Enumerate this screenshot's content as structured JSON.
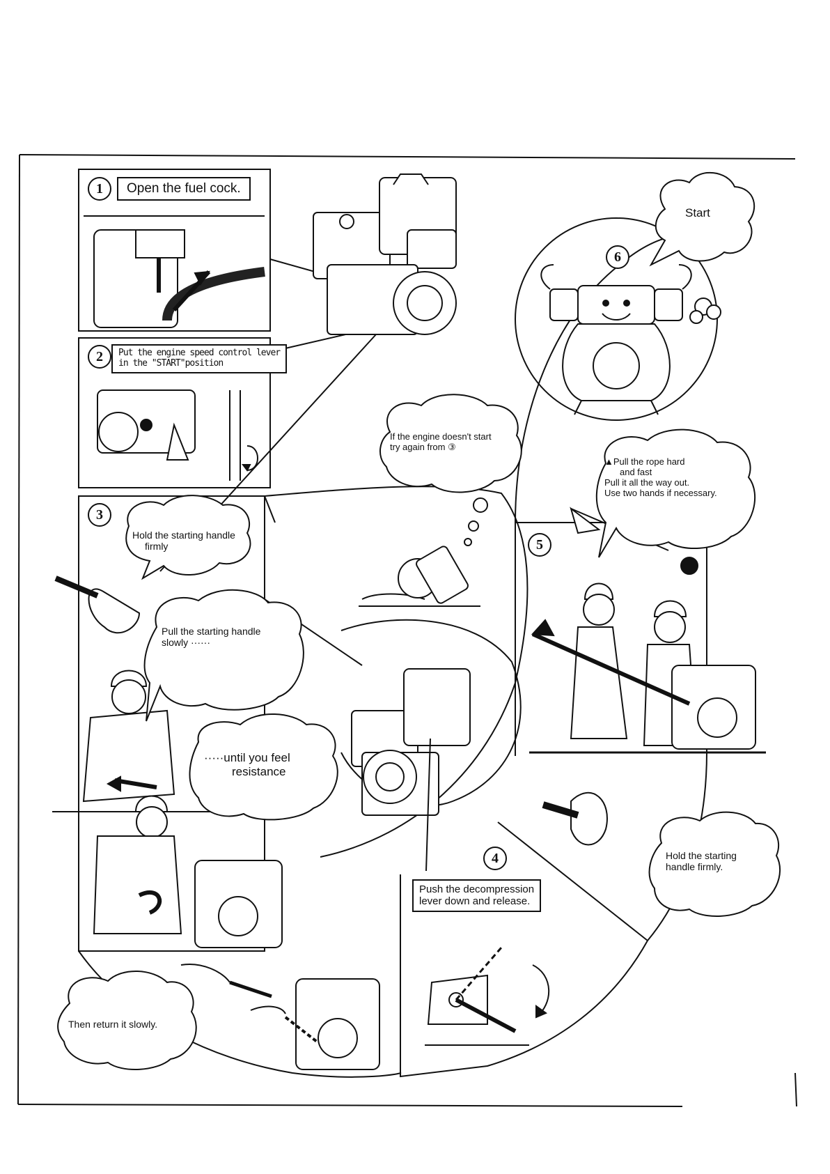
{
  "steps": [
    {
      "number": "1",
      "text": "Open the fuel cock."
    },
    {
      "number": "2",
      "text_line1": "Put the engine speed control lever",
      "text_line2": "in the \"START\"position"
    },
    {
      "number": "3"
    },
    {
      "number": "4",
      "text_line1": "Push the decompression",
      "text_line2": "lever down and release."
    },
    {
      "number": "5"
    },
    {
      "number": "6"
    }
  ],
  "bubbles": {
    "start": "Start",
    "hold_firmly_left_line1": "Hold the starting handle",
    "hold_firmly_left_line2": "firmly",
    "pull_slowly_line1": "Pull the starting handle",
    "pull_slowly_line2": "slowly ······",
    "until_resistance_line1": "·····until you feel",
    "until_resistance_line2": "resistance",
    "try_again_line1": "If the engine doesn't start",
    "try_again_line2": "try again from ③",
    "pull_rope_line1": "▲Pull the rope hard",
    "pull_rope_line2": "and fast",
    "pull_rope_line3": "Pull it all the way out.",
    "pull_rope_line4": "Use two hands if necessary.",
    "hold_firmly_right_line1": "Hold the starting",
    "hold_firmly_right_line2": "handle firmly.",
    "return_slowly": "Then return it slowly."
  },
  "symbols": {
    "step_marker_icon": "circled-digit",
    "rope_motion_icon": "arrow"
  }
}
